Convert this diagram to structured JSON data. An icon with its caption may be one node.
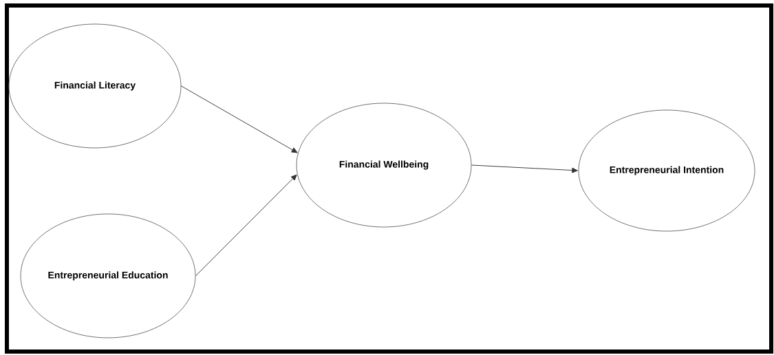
{
  "diagram": {
    "nodes": [
      {
        "text": [
          "Financial Literacy"
        ]
      },
      {
        "text": [
          "Entrepreneurial Education"
        ]
      },
      {
        "text": [
          "Financial Wellbeing"
        ]
      },
      {
        "text": [
          "Entrepreneurial Intention"
        ]
      }
    ],
    "edges": [
      {
        "from": 0,
        "to": 2,
        "arrow": "to"
      },
      {
        "from": 1,
        "to": 2,
        "arrow": "to"
      },
      {
        "from": 2,
        "to": 3,
        "arrow": "to"
      }
    ]
  }
}
